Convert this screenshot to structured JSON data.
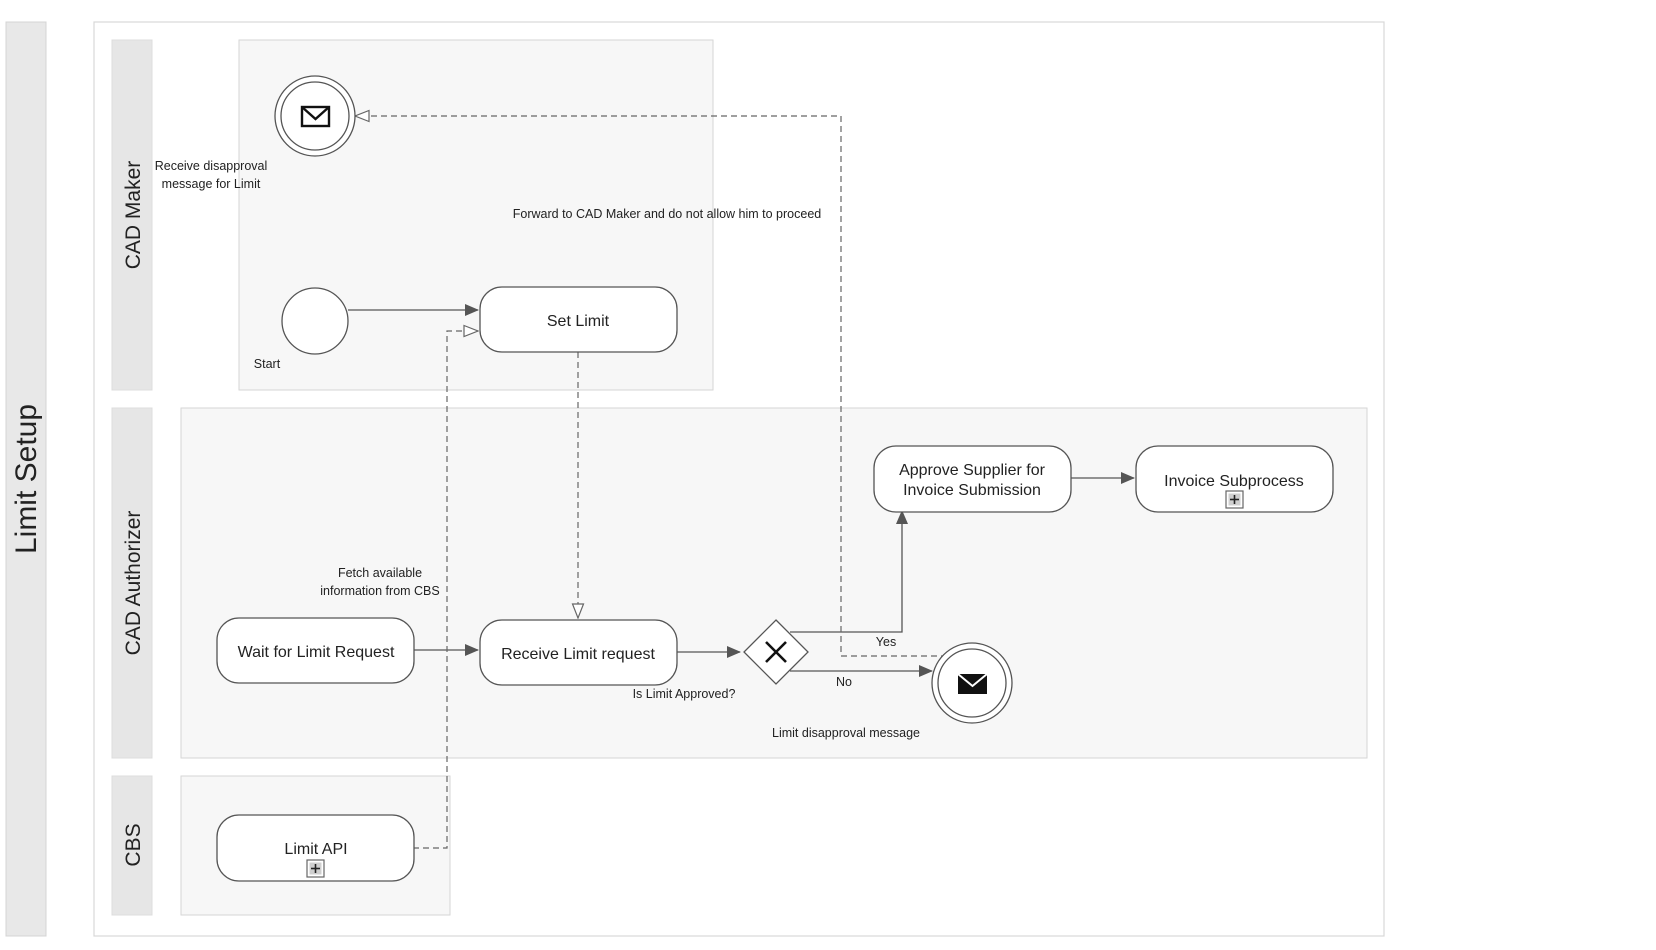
{
  "pool": {
    "title": "Limit Setup"
  },
  "lanes": {
    "cad_maker": "CAD Maker",
    "cad_authorizer": "CAD Authorizer",
    "cbs": "CBS"
  },
  "events": {
    "start": "Start",
    "receive_disapproval": [
      "Receive disapproval",
      "message for Limit"
    ],
    "limit_disapproval": "Limit disapproval message"
  },
  "tasks": {
    "set_limit": "Set Limit",
    "wait_for_limit_request": "Wait for Limit Request",
    "receive_limit_request": "Receive Limit request",
    "approve_supplier": [
      "Approve Supplier for",
      "Invoice Submission"
    ],
    "invoice_subprocess": "Invoice Subprocess",
    "limit_api": "Limit API"
  },
  "gateway": {
    "label": "Is Limit Approved?"
  },
  "flow_labels": {
    "yes": "Yes",
    "no": "No",
    "forward": "Forward to CAD Maker and do not allow him to proceed",
    "fetch": [
      "Fetch available",
      "information from CBS"
    ]
  },
  "colors": {
    "region_fill": "#f7f7f7",
    "label_band": "#e6e6e6",
    "stroke": "#555555"
  }
}
